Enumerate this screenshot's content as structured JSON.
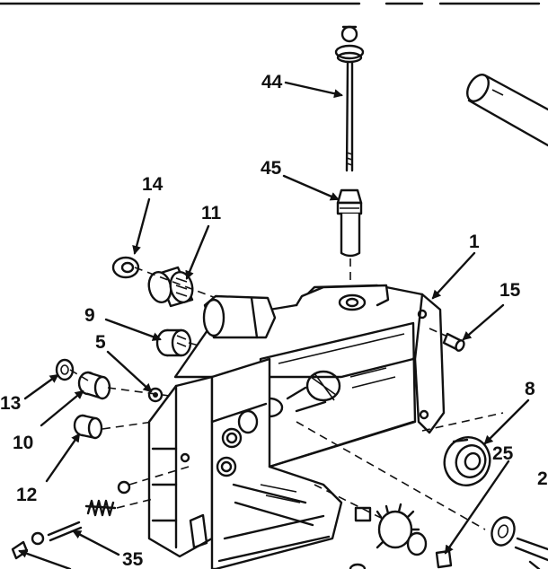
{
  "callouts": {
    "p44": "44",
    "p45": "45",
    "p14": "14",
    "p11": "11",
    "p1": "1",
    "p15": "15",
    "p9": "9",
    "p5": "5",
    "p13": "13",
    "p10": "10",
    "p8": "8",
    "p25": "25",
    "p2": "2",
    "p12": "12",
    "p35": "35"
  },
  "colors": {
    "ink": "#111111",
    "paper": "#ffffff"
  }
}
